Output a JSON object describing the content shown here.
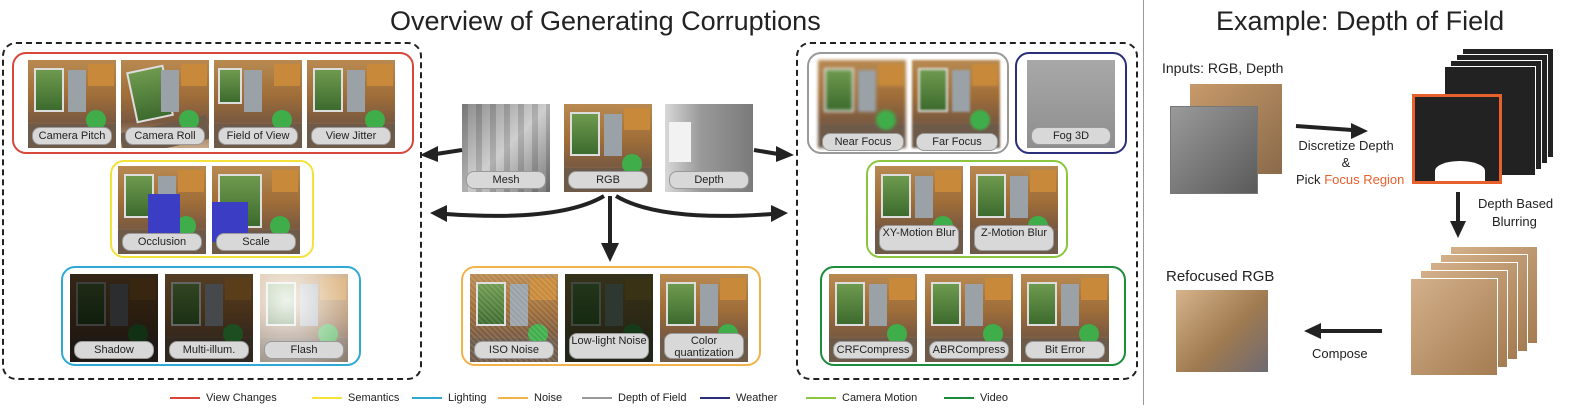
{
  "titles": {
    "overview": "Overview of Generating Corruptions",
    "example": "Example: Depth of Field"
  },
  "center_inputs": {
    "mesh": "Mesh",
    "rgb": "RGB",
    "depth": "Depth"
  },
  "groups": {
    "view_changes": [
      "Camera Pitch",
      "Camera Roll",
      "Field of View",
      "View Jitter"
    ],
    "semantics": [
      "Occlusion",
      "Scale"
    ],
    "lighting": [
      "Shadow",
      "Multi-illum.",
      "Flash"
    ],
    "noise": [
      "ISO Noise",
      "Low-light Noise",
      "Color quantization"
    ],
    "depth_of_field": [
      "Near Focus",
      "Far Focus"
    ],
    "weather": [
      "Fog 3D"
    ],
    "camera_motion": [
      "XY-Motion Blur",
      "Z-Motion Blur"
    ],
    "video": [
      "CRFCompress",
      "ABRCompress",
      "Bit Error"
    ]
  },
  "legend": [
    {
      "label": "View Changes",
      "color": "#d9473a"
    },
    {
      "label": "Semantics",
      "color": "#f2e23a"
    },
    {
      "label": "Lighting",
      "color": "#2ea9d6"
    },
    {
      "label": "Noise",
      "color": "#f2b34a"
    },
    {
      "label": "Depth of Field",
      "color": "#999999"
    },
    {
      "label": "Weather",
      "color": "#2b2f7a"
    },
    {
      "label": "Camera Motion",
      "color": "#8cc63f"
    },
    {
      "label": "Video",
      "color": "#1a8c3a"
    }
  ],
  "example": {
    "inputs_label": "Inputs: RGB, Depth",
    "discretize_line1": "Discretize Depth",
    "amp": "&",
    "pick": "Pick",
    "focus_region": "Focus Region",
    "depth_based_line1": "Depth Based",
    "depth_based_line2": "Blurring",
    "refocused": "Refocused RGB",
    "compose": "Compose",
    "focus_color": "#e8602c"
  }
}
